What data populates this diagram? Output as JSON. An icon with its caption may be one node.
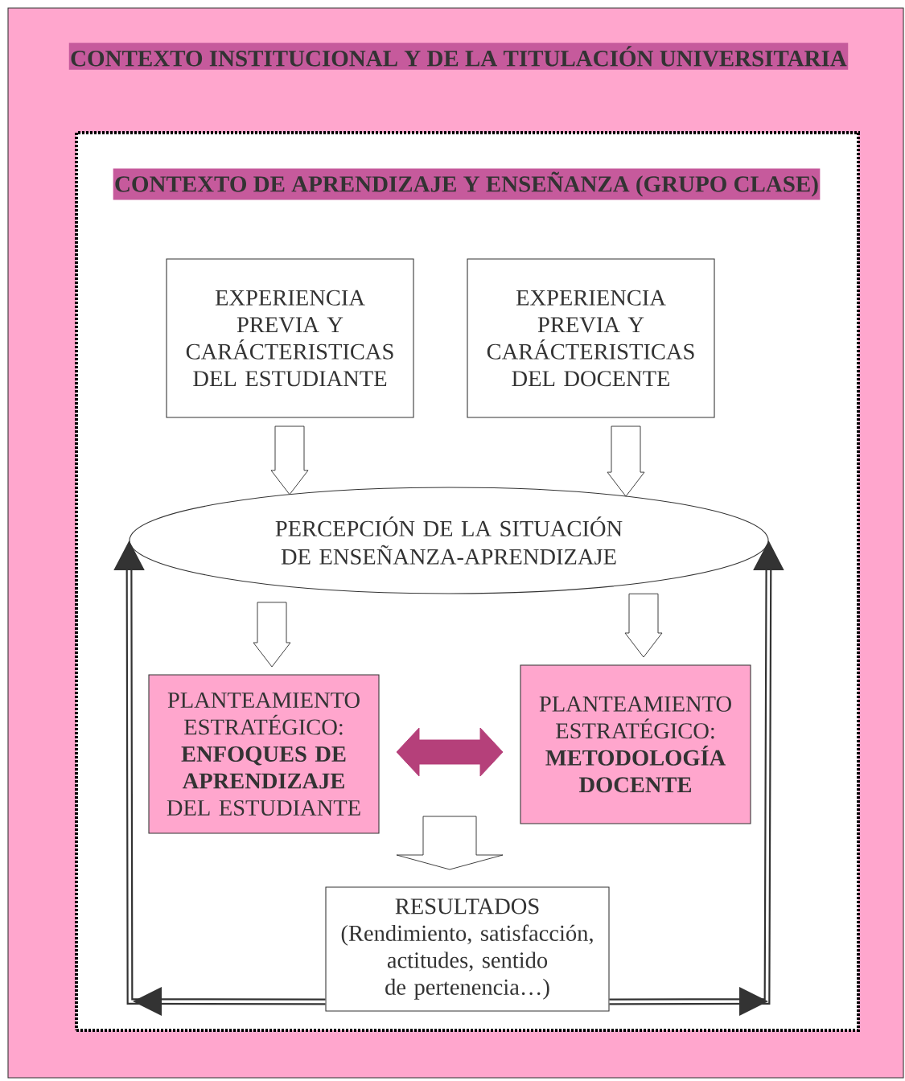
{
  "diagram": {
    "nodes": [
      {
        "text": [
          "CONTEXTO INSTITUCIONAL Y DE LA TITULACIÓN UNIVERSITARIA"
        ]
      },
      {
        "text": [
          "CONTEXTO DE APRENDIZAJE Y ENSEÑANZA (GRUPO CLASE)"
        ],
        "in": 0
      },
      {
        "text": [
          "EXPERIENCIA PREVIA Y CARÁCTERISTICAS DEL ESTUDIANTE"
        ],
        "in": 1
      },
      {
        "text": [
          "EXPERIENCIA PREVIA Y CARÁCTERISTICAS DEL DOCENTE"
        ],
        "in": 1
      },
      {
        "text": [
          "PERCEPCIÓN DE LA SITUACIÓN DE ENSEÑANZA-APRENDIZAJE"
        ],
        "in": 1
      },
      {
        "text": [
          "PLANTEAMIENTO ESTRATÉGICO: **ENFOQUES DE APRENDIZAJE** DEL ESTUDIANTE"
        ],
        "in": 1
      },
      {
        "text": [
          "PLANTEAMIENTO ESTRATÉGICO: **METODOLOGÍA DOCENTE**"
        ],
        "in": 1
      },
      {
        "text": [
          "RESULTADOS",
          "(Rendimiento, satisfacción, actitudes, sentido de pertenencia…)"
        ],
        "in": 1
      }
    ],
    "edges": [
      {
        "from": 2,
        "to": 4,
        "arrow": "to"
      },
      {
        "from": 3,
        "to": 4,
        "arrow": "to"
      },
      {
        "from": 4,
        "to": 5,
        "arrow": "to"
      },
      {
        "from": 4,
        "to": 6,
        "arrow": "to"
      },
      {
        "from": 5,
        "to": 6,
        "arrow": "both",
        "color": "#b5407a"
      },
      {
        "from": 5,
        "to": 7,
        "arrow": "to"
      },
      {
        "from": 6,
        "to": 7,
        "arrow": "to"
      },
      {
        "from": 7,
        "to": 4,
        "arrow": "to"
      },
      {
        "from": 7,
        "to": 4,
        "arrow": "to"
      }
    ]
  }
}
